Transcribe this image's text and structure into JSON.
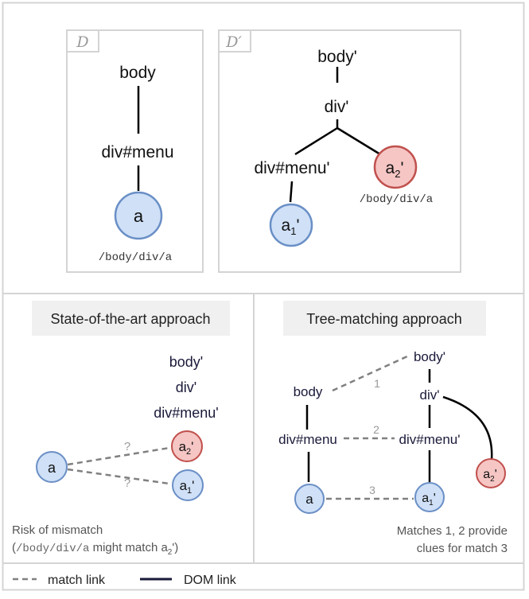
{
  "top": {
    "doc_d": {
      "label": "D",
      "nodes": {
        "body": "body",
        "menu": "div#menu",
        "a": "a"
      },
      "xpath": "/body/div/a"
    },
    "doc_d_prime": {
      "label": "D′",
      "nodes": {
        "body": "body'",
        "div": "div'",
        "menu": "div#menu'",
        "a1": "a",
        "a1_sub": "1",
        "a1_prime": "'",
        "a2": "a",
        "a2_sub": "2",
        "a2_prime": "'"
      },
      "xpath": "/body/div/a"
    }
  },
  "left": {
    "title": "State-of-the-art approach",
    "nodes": {
      "body": "body'",
      "div": "div'",
      "menu": "div#menu'",
      "a": "a",
      "a2": "a",
      "a2_sub": "2",
      "a2_prime": "'",
      "a1": "a",
      "a1_sub": "1",
      "a1_prime": "'"
    },
    "q1": "?",
    "q2": "?",
    "risk_line1": "Risk of mismatch",
    "risk_open": "(",
    "risk_path": "/body/div/a",
    "risk_mid": " might match a",
    "risk_sub": "2",
    "risk_close": "')"
  },
  "right": {
    "title": "Tree-matching approach",
    "nodes": {
      "body": "body",
      "menu": "div#menu",
      "a": "a",
      "body_p": "body'",
      "div_p": "div'",
      "menu_p": "div#menu'",
      "a1": "a",
      "a1_sub": "1",
      "a1_prime": "'",
      "a2": "a",
      "a2_sub": "2",
      "a2_prime": "'"
    },
    "match1": "1",
    "match2": "2",
    "match3": "3",
    "note_line1": "Matches 1, 2 provide",
    "note_line2": "clues for match 3"
  },
  "legend": {
    "match_link": "match link",
    "dom_link": "DOM link"
  },
  "colors": {
    "blue_fill": "#cfe0f7",
    "blue_stroke": "#6a8fc6",
    "red_fill": "#f5c6c4",
    "red_stroke": "#c0504d",
    "panel_border": "#d4d4d4",
    "title_bg": "#f0f0f0",
    "dashed": "#808080",
    "node_text": "#111111",
    "navy_text": "#1a1a3a"
  }
}
